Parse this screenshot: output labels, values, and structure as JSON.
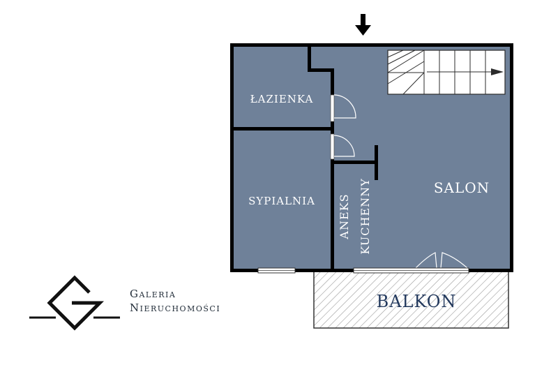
{
  "rooms": {
    "bathroom": "ŁAZIENKA",
    "bedroom": "SYPIALNIA",
    "kitchenette_line1": "ANEKS",
    "kitchenette_line2": "KUCHENNY",
    "living_room": "SALON",
    "balcony": "BALKON"
  },
  "logo": {
    "line1": "Galeria",
    "line2": "Nieruchomości"
  },
  "colors": {
    "floor": "#6f8199",
    "wall": "#000000",
    "balcony_fill": "#e6e6e6",
    "balcony_text": "#23395d",
    "stairs": "#ffffff"
  },
  "icons": {
    "entrance": "arrow-down-icon",
    "stairs_direction": "arrow-right-icon",
    "logo": "diamond-g-logo-icon"
  }
}
